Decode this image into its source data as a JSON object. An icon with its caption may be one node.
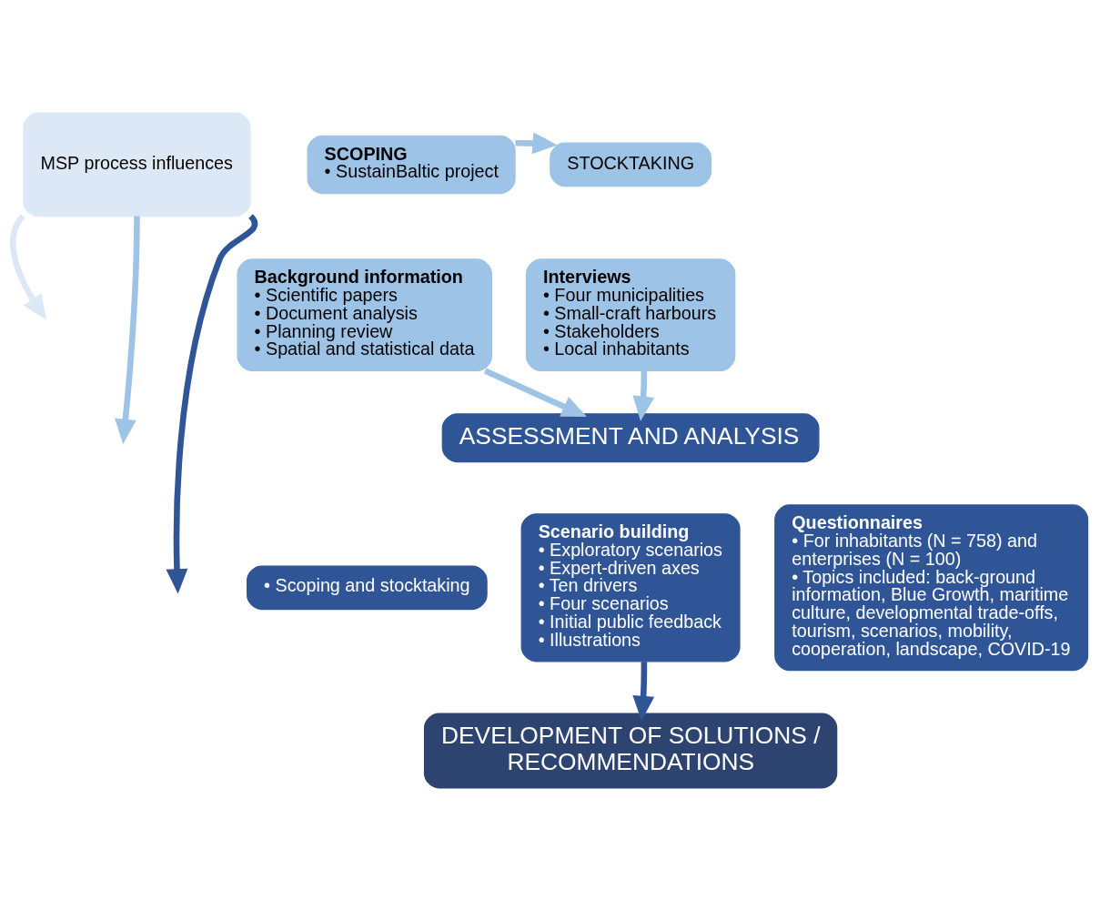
{
  "diagram": {
    "nodes": [
      {
        "text": [
          "MSP process influences"
        ]
      },
      {
        "text": [
          "SCOPING",
          "• SustainBaltic project"
        ]
      },
      {
        "text": [
          "STOCKTAKING"
        ]
      },
      {
        "text": [
          "Background information",
          "• Scientific papers",
          "• Document analysis",
          "• Planning review",
          "• Spatial and statistical data"
        ]
      },
      {
        "text": [
          "Interviews",
          "• Four municipalities",
          "• Small-craft harbours",
          "• Stakeholders",
          "• Local inhabitants"
        ]
      },
      {
        "text": [
          "ASSESSMENT AND ANALYSIS"
        ]
      },
      {
        "text": [
          "• Scoping and stocktaking"
        ]
      },
      {
        "text": [
          "Scenario building",
          "• Exploratory scenarios",
          "• Expert-driven axes",
          "• Ten drivers",
          "• Four scenarios",
          "• Initial public feedback",
          "• Illustrations"
        ]
      },
      {
        "text": [
          "Questionnaires",
          "• For inhabitants (N = 758) and enterprises (N = 100)",
          "• Topics included: back-ground information, Blue Growth, maritime culture, developmental trade-offs, tourism, scenarios, mobility, cooperation, landscape, COVID-19"
        ]
      },
      {
        "text": [
          "DEVELOPMENT OF SOLUTIONS / RECOMMENDATIONS"
        ]
      }
    ],
    "edges": [
      {
        "from": 1,
        "to": 2,
        "arrow": "to",
        "color": "#9dc3e6"
      },
      {
        "from": 3,
        "to": 5,
        "arrow": "to",
        "color": "#9dc3e6"
      },
      {
        "from": 4,
        "to": 5,
        "arrow": "to",
        "color": "#9dc3e6"
      },
      {
        "from": 7,
        "to": 9,
        "arrow": "to",
        "color": "#2f5597"
      },
      {
        "from": 0,
        "to": null,
        "arrow": "to",
        "color": "#2f5597"
      },
      {
        "from": 0,
        "to": null,
        "arrow": "to",
        "color": "#9dc3e6"
      },
      {
        "from": 0,
        "to": null,
        "arrow": "to",
        "color": "#dce8f5"
      }
    ]
  }
}
